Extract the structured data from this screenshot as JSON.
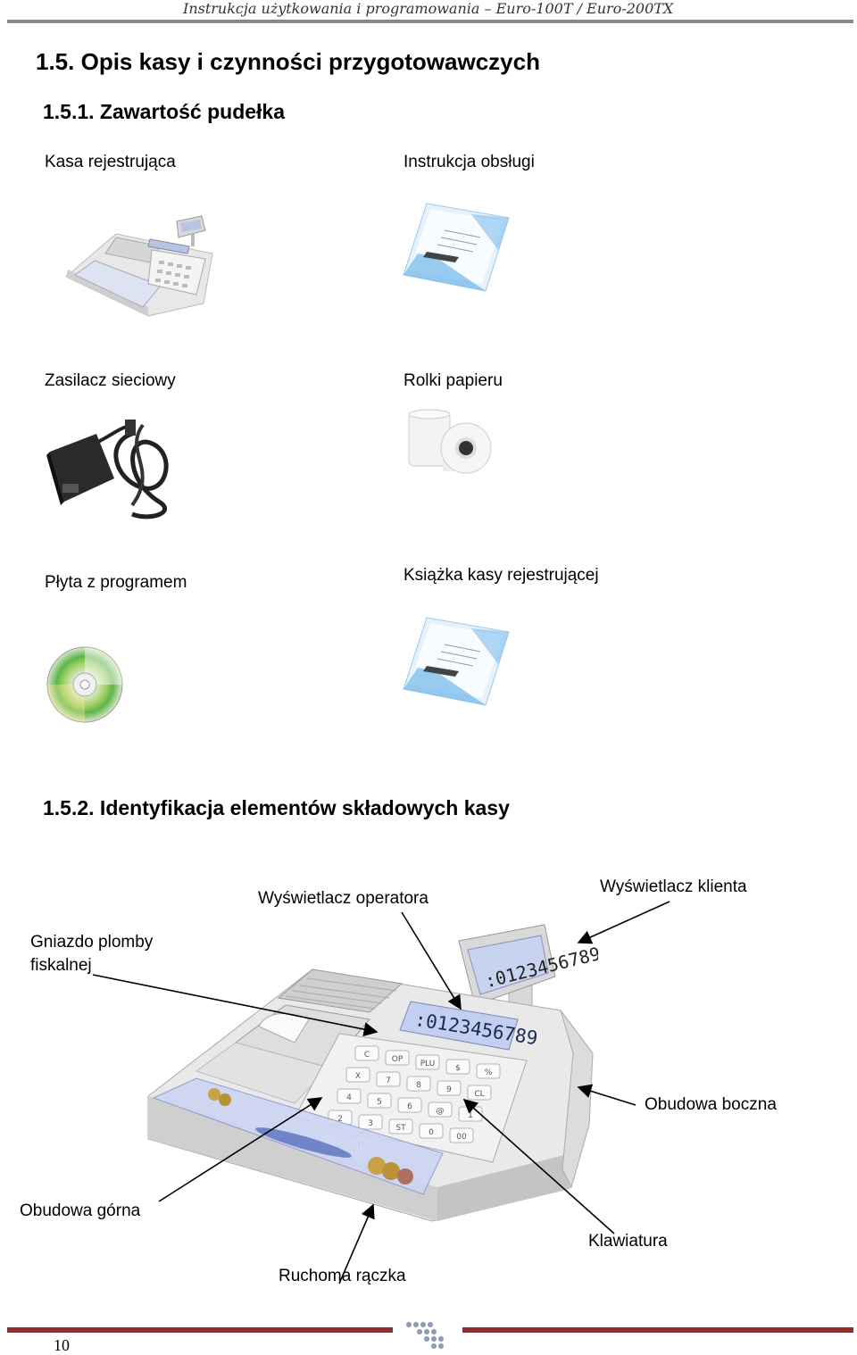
{
  "header": {
    "title": "Instrukcja użytkowania i programowania – Euro-100T  / Euro-200TX"
  },
  "section": {
    "title": "1.5.  Opis kasy i czynności przygotowawczych"
  },
  "box": {
    "title": "1.5.1.  Zawartość pudełka",
    "items": [
      {
        "label": "Kasa rejestrująca"
      },
      {
        "label": "Instrukcja obsługi"
      },
      {
        "label": "Zasilacz sieciowy"
      },
      {
        "label": "Rolki papieru"
      },
      {
        "label": "Płyta z programem"
      },
      {
        "label": "Książka kasy rejestrującej"
      }
    ]
  },
  "ident": {
    "title": "1.5.2.  Identyfikacja elementów składowych kasy",
    "labels": {
      "operator_display": "Wyświetlacz operatora",
      "client_display": "Wyświetlacz klienta",
      "fiscal_seal_line1": "Gniazdo plomby",
      "fiscal_seal_line2": "fiskalnej",
      "side_cover": "Obudowa boczna",
      "top_cover": "Obudowa górna",
      "keyboard": "Klawiatura",
      "handle": "Ruchoma rączka"
    },
    "operator_display_text": ":0123456789",
    "client_display_text": ":0123456789",
    "keys": [
      "C",
      "OP",
      "PLU",
      "$",
      "%",
      "X",
      "7",
      "8",
      "9",
      "CL",
      "4",
      "5",
      "6",
      "@",
      "1",
      "2",
      "3",
      "ST",
      "0",
      "00",
      ".",
      "TL"
    ]
  },
  "footer": {
    "page_number": "10"
  },
  "colors": {
    "accent": "#8b2f2f",
    "display": "#aab8dd"
  }
}
